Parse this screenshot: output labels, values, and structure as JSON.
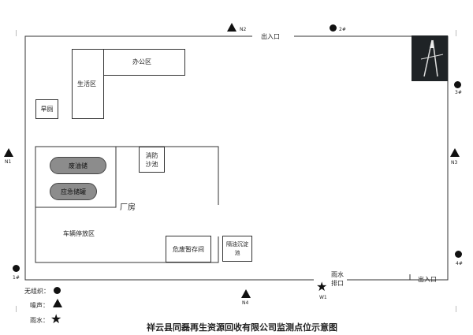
{
  "title": "祥云县同磊再生资源回收有限公司监测点位示意图",
  "entrances": {
    "top": "出入口",
    "bottom": "出入口"
  },
  "buildings": {
    "office": "办公区",
    "living": "生活区",
    "toilet": "旱厕",
    "fire_pool": "消防沙池",
    "waste_oil": "废油储",
    "emergency_tank": "应急储罐",
    "factory": "厂房",
    "vehicle_area": "车辆停放区",
    "hazard_storage": "危废暂存间",
    "oil_separator": "隔油沉淀池"
  },
  "rain_outlet": "雨水排口",
  "points": {
    "noise": [
      "N1",
      "N2",
      "N3",
      "N4"
    ],
    "air": [
      "1#",
      "2#",
      "3#",
      "4#"
    ],
    "rain": "W1"
  },
  "legend": {
    "unorganized": "无组织：",
    "noise": "噪声：",
    "rain": "雨水："
  }
}
